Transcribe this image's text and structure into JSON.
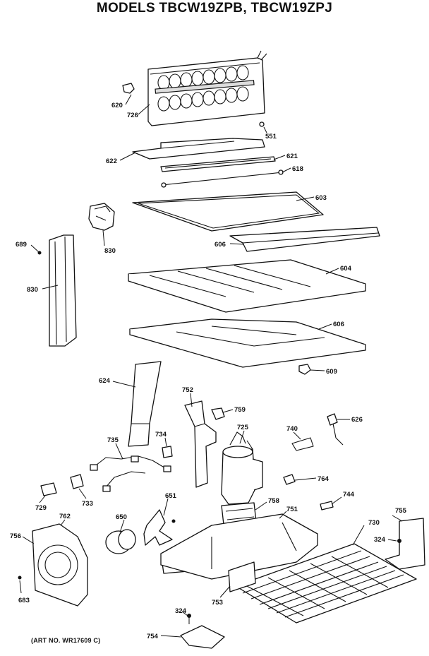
{
  "header": {
    "title": "MODELS TBCW19ZPB, TBCW19ZPJ"
  },
  "footer": {
    "art_no": "(ART NO. WR17609 C)"
  },
  "parts": [
    "620",
    "726",
    "551",
    "622",
    "621",
    "618",
    "603",
    "830",
    "689",
    "606",
    "830",
    "604",
    "606",
    "609",
    "624",
    "752",
    "759",
    "725",
    "740",
    "626",
    "735",
    "734",
    "764",
    "729",
    "733",
    "651",
    "650",
    "758",
    "751",
    "744",
    "730",
    "755",
    "324",
    "756",
    "762",
    "683",
    "324",
    "753",
    "754"
  ]
}
